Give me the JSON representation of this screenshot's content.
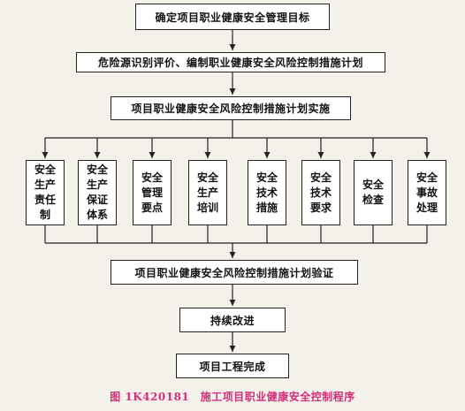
{
  "flow": {
    "step1": "确定项目职业健康安全管理目标",
    "step2": "危险源识别评价、编制职业健康安全风险控制措施计划",
    "step3": "项目职业健康安全风险控制措施计划实施",
    "branches": [
      "安全\n生产\n责任\n制",
      "安全\n生产\n保证\n体系",
      "安全\n管理\n要点",
      "安全\n生产\n培训",
      "安全\n技术\n措施",
      "安全\n技术\n要求",
      "安全\n检查",
      "安全\n事故\n处理"
    ],
    "step4": "项目职业健康安全风险控制措施计划验证",
    "step5": "持续改进",
    "step6": "项目工程完成"
  },
  "caption": "图 1K420181　施工项目职业健康安全控制程序"
}
